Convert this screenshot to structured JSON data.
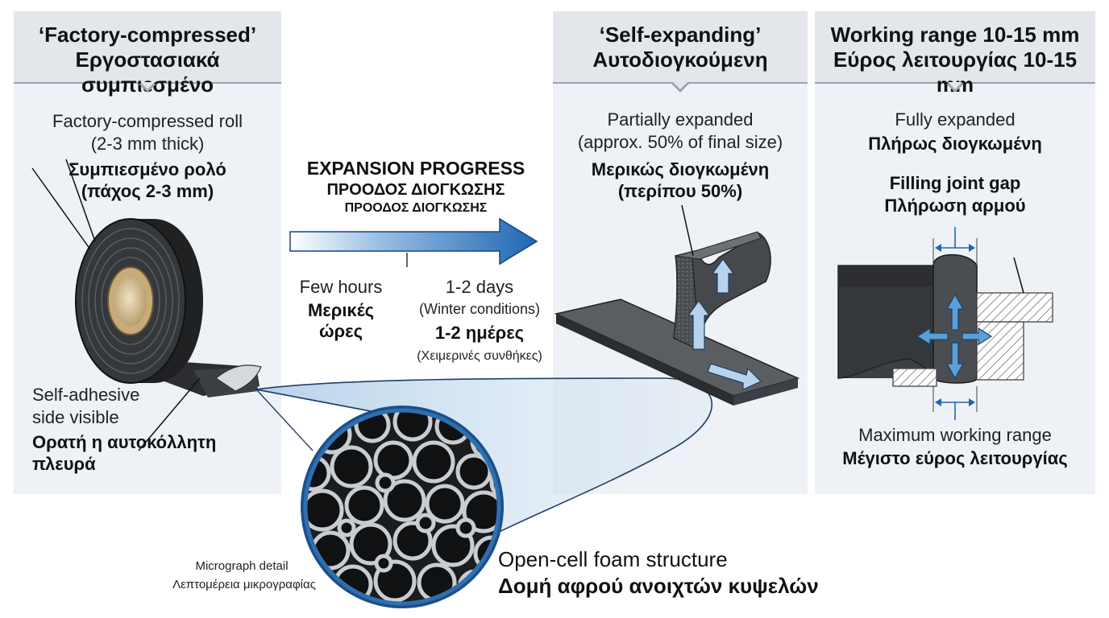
{
  "panels": {
    "compressed": {
      "title_en": "‘Factory-compressed’",
      "title_el": "Εργοστασιακά συμπιεσμένο",
      "roll_label_en_1": "Factory-compressed roll",
      "roll_label_en_2": "(2-3 mm thick)",
      "roll_label_el_1": "Συμπιεσμένο ρολό",
      "roll_label_el_2": "(πάχος 2-3 mm)",
      "adhesive_en_1": "Self-adhesive",
      "adhesive_en_2": "side visible",
      "adhesive_el_1": "Ορατή η αυτοκόλλητη",
      "adhesive_el_2": "πλευρά"
    },
    "expanding": {
      "title_en": "‘Self-expanding’",
      "title_el": "Αυτοδιογκούμενη",
      "label_en_1": "Partially expanded",
      "label_en_2": "(approx. 50% of final size)",
      "label_el_1": "Μερικώς διογκωμένη",
      "label_el_2": "(περίπου 50%)"
    },
    "working": {
      "title_en": "Working range 10-15 mm",
      "title_el": "Εύρος λειτουργίας 10-15 mm",
      "label_en": "Fully expanded",
      "label_el": "Πλήρως διογκωμένη",
      "gap_en": "Filling joint gap",
      "gap_el": "Πλήρωση αρμού",
      "range_en": "Maximum working range",
      "range_el": "Μέγιστο εύρος λειτουργίας"
    }
  },
  "progress": {
    "title_1": "EXPANSION PROGRESS",
    "title_2": "ΠΡΟΟΔΟΣ ΔΙΟΓΚΩΣΗΣ",
    "title_3": "ΠΡΟΟΔΟΣ ΔΙΟΓΚΩΣΗΣ",
    "few_hours_en": "Few hours",
    "few_hours_el": "Μερικές ώρες",
    "days_en": "1-2 days",
    "days_cond_en": "(Winter conditions)",
    "days_el": "1-2 ημέρες",
    "days_cond_el": "(Χειμερινές συνθήκες)"
  },
  "micrograph": {
    "detail_en": "Micrograph detail",
    "detail_el": "Λεπτομέρεια μικρογραφίας",
    "structure_en": "Open-cell foam structure",
    "structure_el": "Δομή αφρού ανοιχτών κυψελών"
  },
  "colors": {
    "panel_bg": "#eef1f5",
    "header_bg": "#e3e7ec",
    "arrow_blue": "#1f66b3",
    "foam_dark": "#3a3d40",
    "light_blue": "#a9c9e6"
  },
  "icons": [
    "tape-roll-icon",
    "foam-strip-icon",
    "joint-section-icon",
    "micrograph-icon"
  ]
}
